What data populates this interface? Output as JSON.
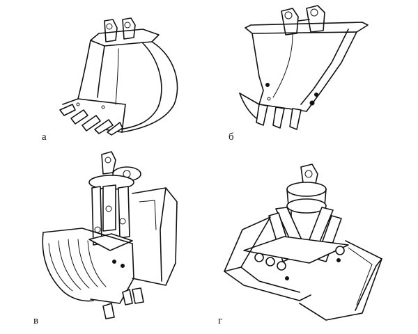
{
  "figure": {
    "panels": [
      {
        "id": "a",
        "label": "а",
        "icon": "excavator-backhoe-bucket-icon"
      },
      {
        "id": "b",
        "label": "б",
        "icon": "excavator-trench-bucket-icon"
      },
      {
        "id": "c",
        "label": "в",
        "icon": "multi-tooth-grab-bucket-icon"
      },
      {
        "id": "d",
        "label": "г",
        "icon": "clamshell-grab-bucket-icon"
      }
    ]
  }
}
